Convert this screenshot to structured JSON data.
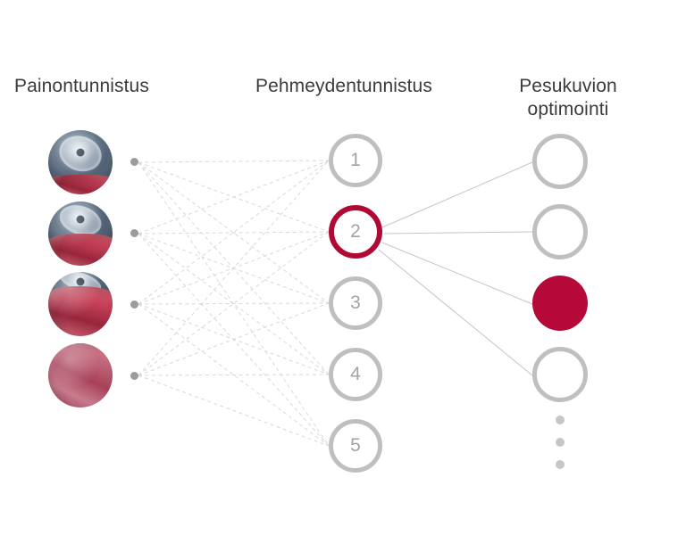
{
  "diagram": {
    "background_color": "#ffffff",
    "accent_color": "#b5093a",
    "node_ring_color": "#bfbfbf",
    "edge_color": "#d4d4d4",
    "text_color": "#3b3b3b"
  },
  "columns": {
    "input": {
      "title": "Painontunnistus",
      "items": [
        {
          "icon": "washing-drum-with-red-laundry-photo",
          "fabric_level": "low"
        },
        {
          "icon": "washing-drum-with-red-laundry-photo",
          "fabric_level": "medium"
        },
        {
          "icon": "red-laundry-in-drum-photo",
          "fabric_level": "high"
        },
        {
          "icon": "red-fabric-closeup-photo",
          "fabric_level": "full"
        }
      ]
    },
    "hidden": {
      "title": "Pehmeydentunnistus",
      "nodes": [
        {
          "label": "1",
          "state": "inactive"
        },
        {
          "label": "2",
          "state": "active"
        },
        {
          "label": "3",
          "state": "inactive"
        },
        {
          "label": "4",
          "state": "inactive"
        },
        {
          "label": "5",
          "state": "inactive"
        }
      ]
    },
    "output": {
      "title": "Pesukuvion\noptimointi",
      "nodes": [
        {
          "label": "",
          "state": "inactive"
        },
        {
          "label": "",
          "state": "inactive"
        },
        {
          "label": "",
          "state": "selected"
        },
        {
          "label": "",
          "state": "inactive"
        }
      ],
      "continuation": "vertical-ellipsis"
    }
  }
}
